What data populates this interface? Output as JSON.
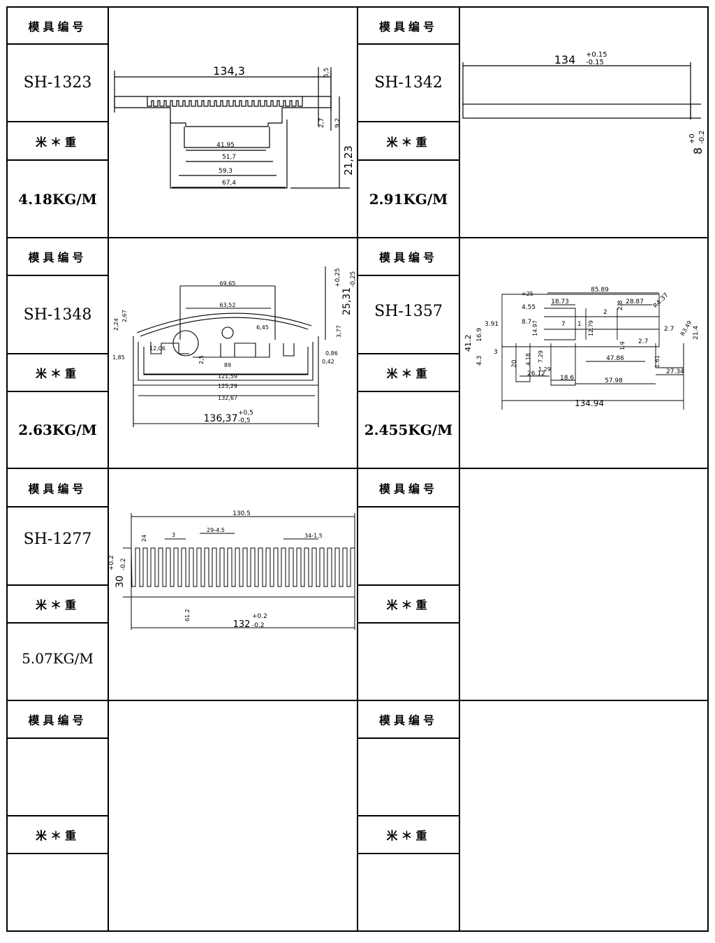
{
  "labels": {
    "mold_no": "模具编号",
    "weight": "米＊重"
  },
  "cells": [
    {
      "code": "SH-1323",
      "weight": "4.18KG/M"
    },
    {
      "code": "SH-1342",
      "weight": "2.91KG/M"
    },
    {
      "code": "SH-1348",
      "weight": "2.63KG/M"
    },
    {
      "code": "SH-1357",
      "weight": "2.455KG/M"
    },
    {
      "code": "SH-1277",
      "weight": "5.07KG/M"
    },
    {
      "code": "",
      "weight": ""
    },
    {
      "code": "",
      "weight": ""
    },
    {
      "code": "",
      "weight": ""
    }
  ],
  "dims": {
    "sh1323": {
      "width": "134,3",
      "d1": "41,95",
      "d2": "51,7",
      "d3": "59,3",
      "d4": "67,4",
      "h1": "5,5",
      "h2": "2,7",
      "h3": "9,2",
      "h4": "21,23"
    },
    "sh1342": {
      "width": "134",
      "width_tol_upper": "+0.15",
      "width_tol_lower": "-0.15",
      "h": "8",
      "h_tol_upper": "+0",
      "h_tol_lower": "-0.2"
    },
    "sh1348": {
      "w1": "69,65",
      "w2": "63,52",
      "w3": "6,45",
      "w4": "121,59",
      "w5": "125,29",
      "w6": "132,67",
      "w7": "136,37",
      "w7_upper": "+0,5",
      "w7_lower": "-0,5",
      "w8": "89",
      "h": "25,31",
      "h_upper": "+0,25",
      "h_lower": "-0,25",
      "n1": "2,67",
      "n2": "2,24",
      "n3": "1,85",
      "n4": "12,06",
      "n5": "0,86",
      "n6": "0,42",
      "n7": "3,77",
      "n8": "2,5"
    },
    "sh1357": {
      "a": "85.89",
      "b": "18.73",
      "c": "28.87",
      "d": "4.55",
      "e": "3.91",
      "f": "16.9",
      "g": "41.2",
      "h": "4.3",
      "i": "20",
      "j": "26.12",
      "k": "18.6",
      "l": "57.98",
      "m": "47.86",
      "n": "27.34",
      "o": "134.94",
      "p": "21.4",
      "q": "2.7",
      "r": "R4.37",
      "s": "R3.49",
      "t": "12.79",
      "u": "1.61",
      "v": "2.8",
      "w": "×25",
      "x": "8.7",
      "y": "14.97",
      "z": "1.9",
      "aa": "2",
      "ab": "7",
      "ac": "4.18",
      "ad": "7.29",
      "ae": "1.29",
      "af": "3",
      "ag": "1"
    },
    "sh1277": {
      "width": "130.5",
      "fin": "3",
      "pitch": "29-4.5",
      "pitch2": "34-1.5",
      "h_left": "24",
      "bottom": "61.2",
      "total": "132",
      "total_upper": "+0.2",
      "total_lower": "-0.2",
      "height": "30",
      "height_upper": "+0.2",
      "height_lower": "-0.2"
    }
  }
}
